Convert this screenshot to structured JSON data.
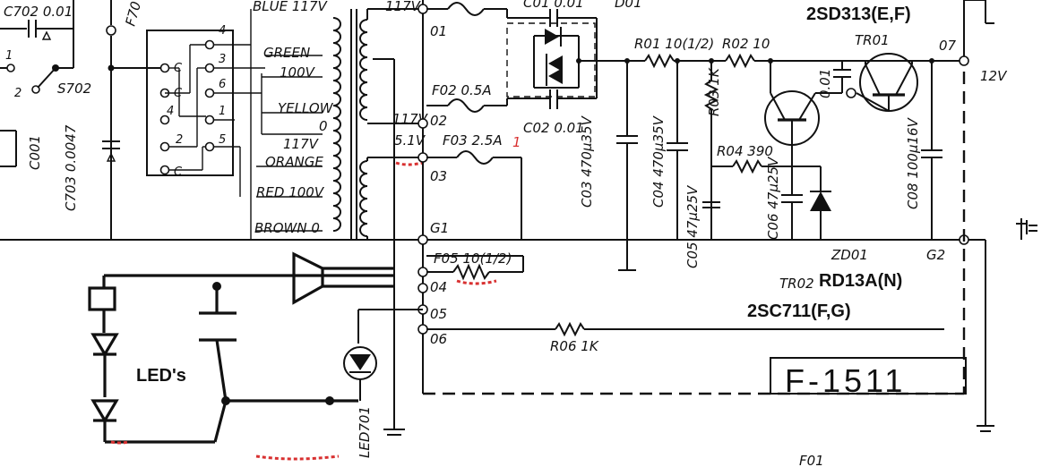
{
  "labels": {
    "c702": "C702 0.01",
    "f702": "F70",
    "blue117v": "BLUE 117V",
    "v117_top": "117V",
    "c01": "C01 0.01",
    "d01": "D01",
    "tr01_type": "2SD313(E,F)",
    "tr01": "TR01",
    "r01": "R01 10(1/2)",
    "r02": "R02 10",
    "green": "GREEN",
    "v100": "100V",
    "yellow": "YELLOW",
    "o_tap": "0",
    "v117": "117V",
    "orange": "ORANGE",
    "red100v": "RED 100V",
    "brown0": "BROWN 0",
    "s702": "S702",
    "n1": "1",
    "n2": "2",
    "c703": "C703 0.0047",
    "c001": "C001",
    "t01": "01",
    "t02": "02",
    "t03": "03",
    "tg1": "G1",
    "t04": "04",
    "t05": "05",
    "t06": "06",
    "t07": "07",
    "tg2": "G2",
    "f02": "F02 0.5A",
    "f03": "F03 2.5A",
    "f05": "F05 10(1/2)",
    "c02": "C02 0.01",
    "v117b": "117V",
    "v5_1": "5.1V",
    "c03": "C03 470µ35V",
    "c04": "C04 470µ35V",
    "c05": "C05 47µ25V",
    "r03": "R03 1K",
    "r04": "R04 390",
    "c06": "C06 47µ25V",
    "c_001": "0.01",
    "c08": "C08 100µ16V",
    "v12": "12V",
    "zd01": "ZD01",
    "rd13a": "RD13A(N)",
    "tr02": "TR02",
    "tr02_type": "2SC711(F,G)",
    "r06": "R06 1K",
    "board": "F-1511",
    "led701": "LED701",
    "leds": "LED's",
    "f01": "F01",
    "sw_c": "C",
    "sw_4": "4",
    "sw_3": "3",
    "sw_6": "6",
    "sw_1": "1",
    "sw_5": "5",
    "sw_2": "2"
  }
}
